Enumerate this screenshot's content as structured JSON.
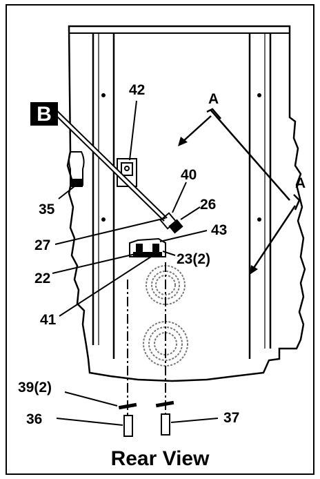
{
  "view_title": "Rear View",
  "callout_B": "B",
  "labels": {
    "p42": "42",
    "pA1": "A",
    "pA2": "A",
    "p40": "40",
    "p26": "26",
    "p35": "35",
    "p43": "43",
    "p27": "27",
    "p23": "23(2)",
    "p22": "22",
    "p41": "41",
    "p39": "39(2)",
    "p36": "36",
    "p37": "37"
  }
}
